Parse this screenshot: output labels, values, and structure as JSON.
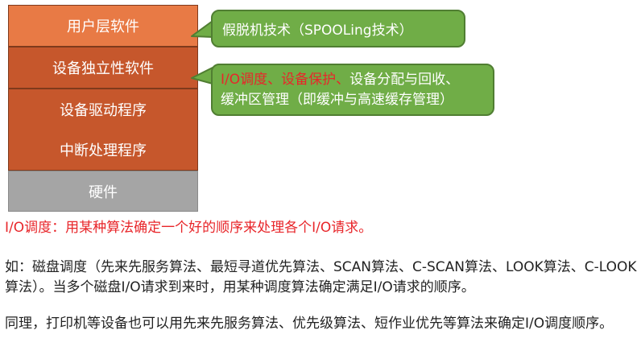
{
  "layers": {
    "user": "用户层软件",
    "indep": "设备独立性软件",
    "driver": "设备驱动程序",
    "interrupt": "中断处理程序",
    "hardware": "硬件"
  },
  "callouts": {
    "spool": "假脱机技术（SPOOLing技术）",
    "io_red": "I/O调度、设备保护、",
    "io_rest_line1": "设备分配与回收、",
    "io_line2": "缓冲区管理（即缓冲与高速缓存管理）"
  },
  "paragraphs": {
    "p1_label": "I/O调度：",
    "p1_text": "用某种算法确定一个好的顺序来处理各个I/O请求。",
    "p2": "如：磁盘调度（先来先服务算法、最短寻道优先算法、SCAN算法、C-SCAN算法、LOOK算法、C-LOOK算法）。当多个磁盘I/O请求到来时，用某种调度算法确定满足I/O请求的顺序。",
    "p3": "同理，打印机等设备也可以用先来先服务算法、优先级算法、短作业优先等算法来确定I/O调度顺序。"
  },
  "colors": {
    "layer_light": "#e87a45",
    "layer_dark": "#c6572c",
    "hardware": "#a5a5a5",
    "callout": "#70ad47",
    "highlight": "#e8262a"
  }
}
